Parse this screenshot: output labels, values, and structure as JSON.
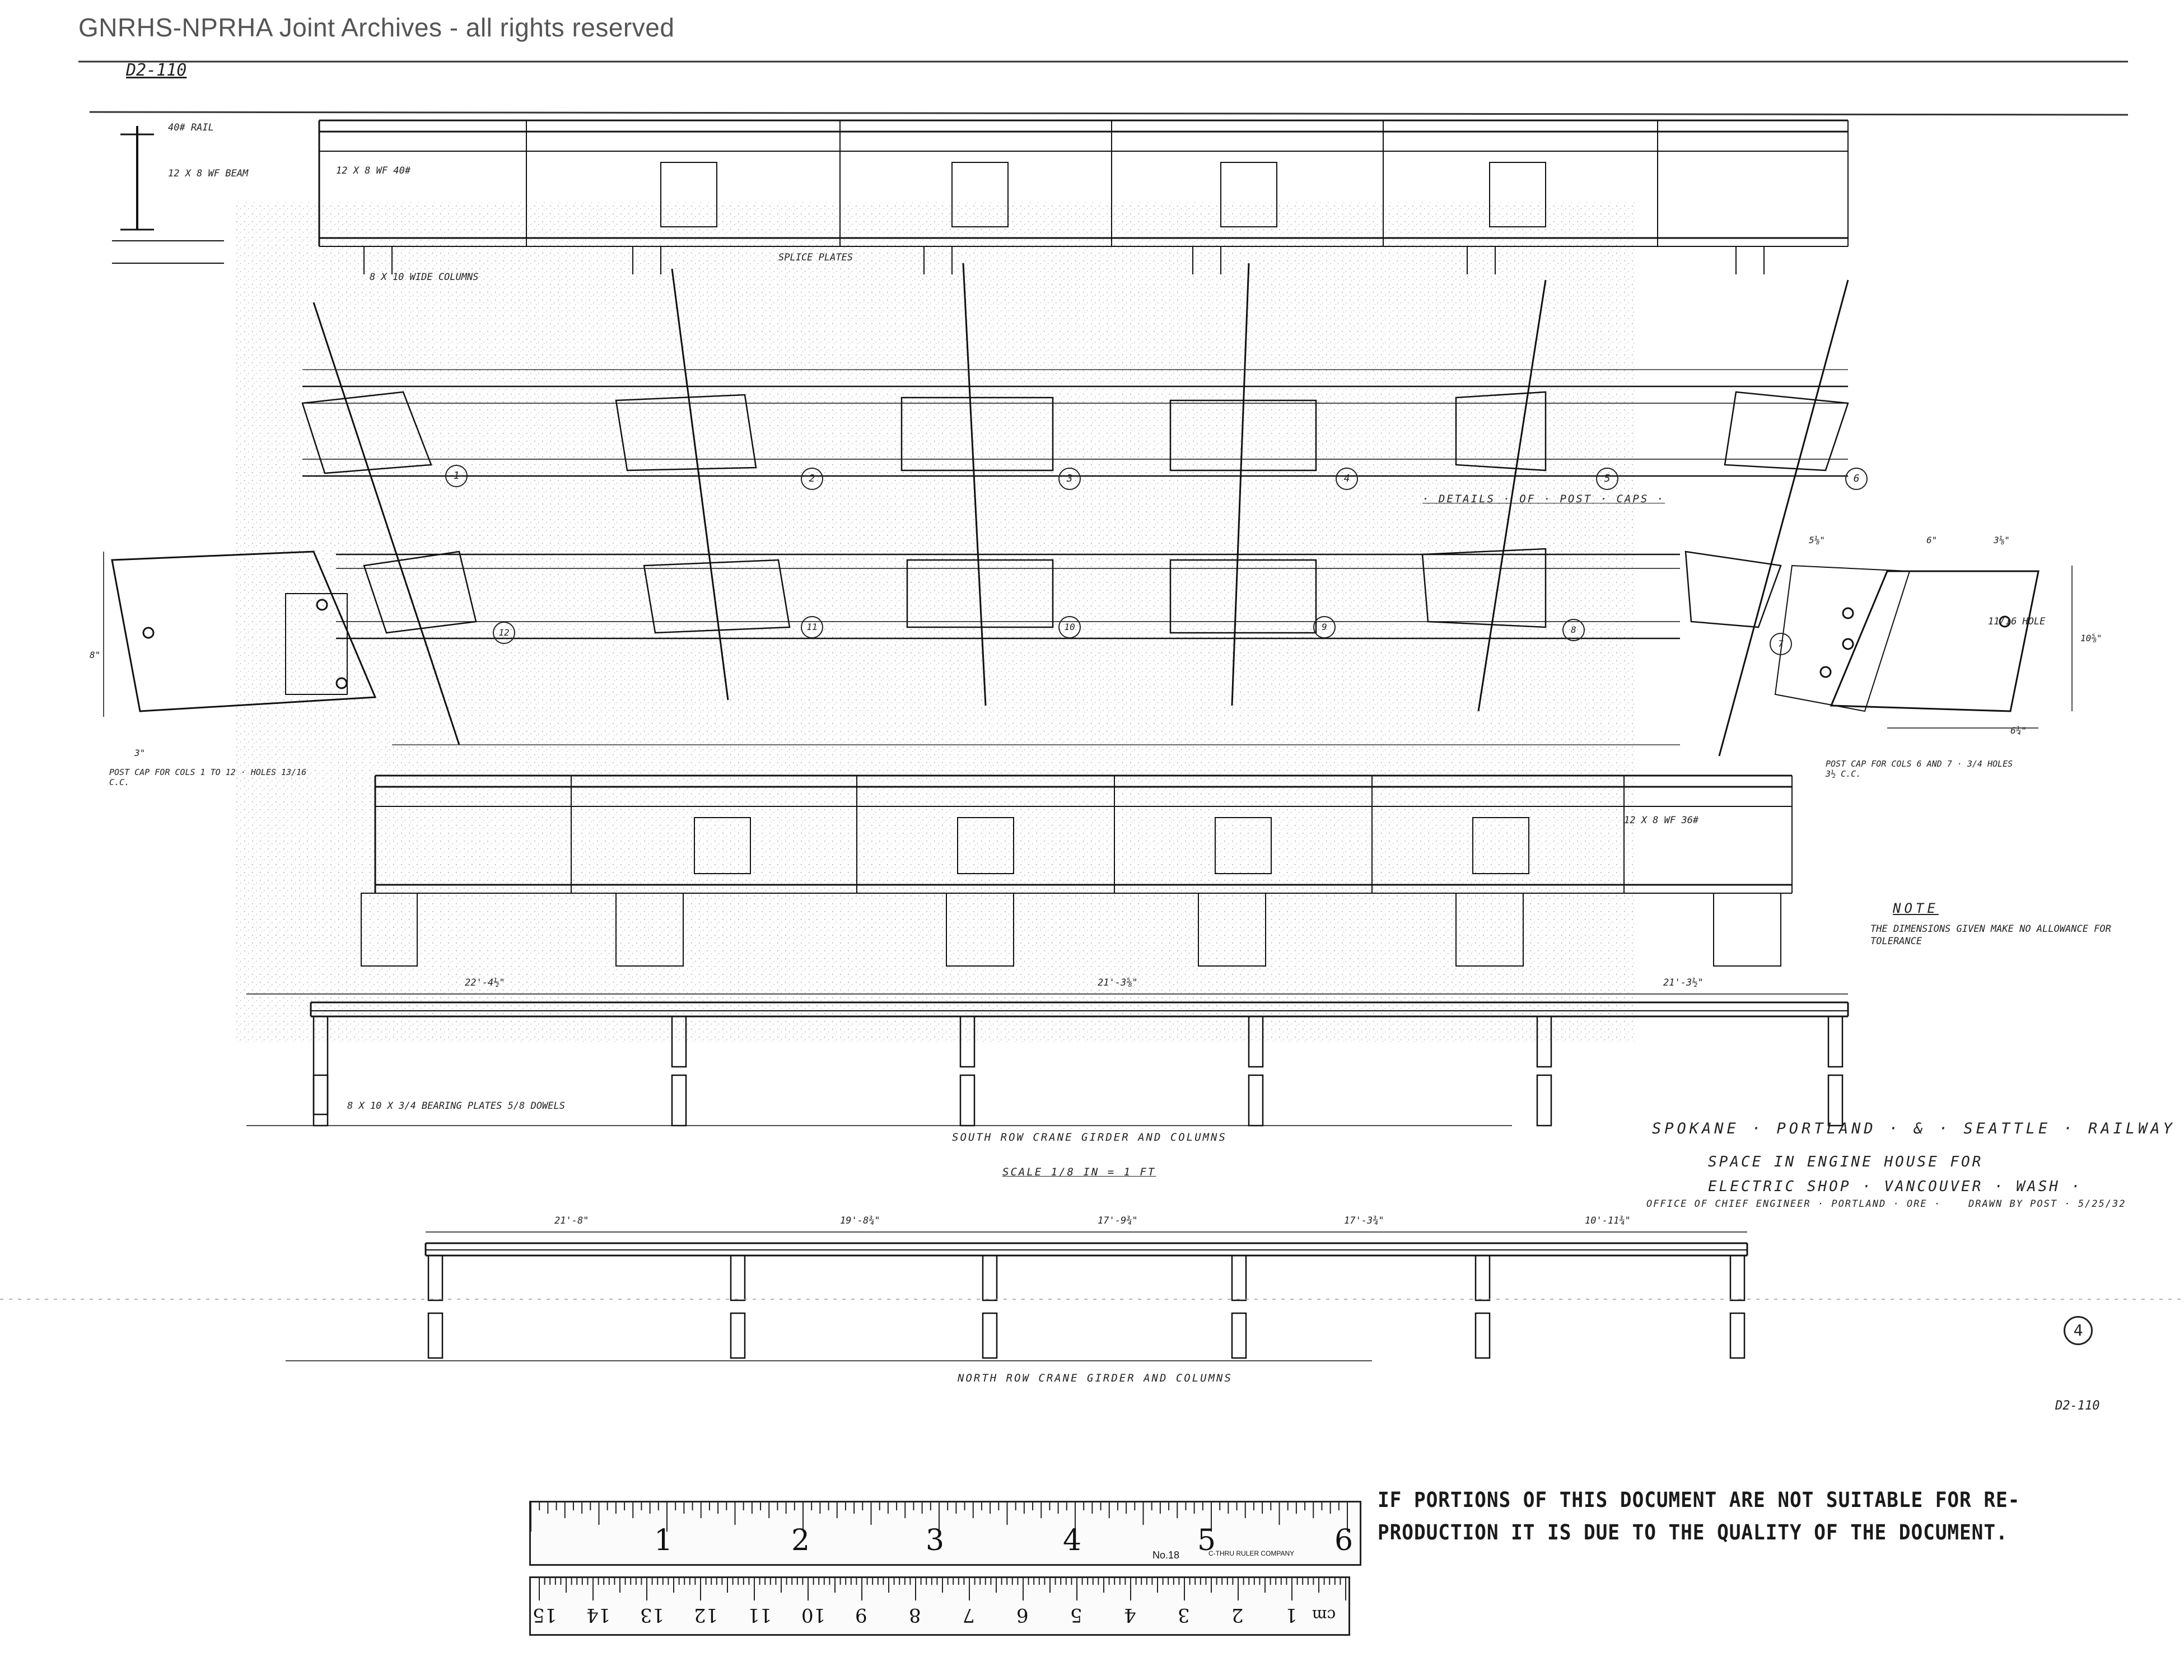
{
  "archive_watermark": "GNRHS-NPRHA Joint Archives - all rights reserved",
  "corner_mark": "D2-110",
  "title_block": {
    "railway": "SPOKANE · PORTLAND · & · SEATTLE · RAILWAY ·",
    "line2": "SPACE IN ENGINE HOUSE FOR",
    "line3": "ELECTRIC SHOP · VANCOUVER · WASH ·",
    "office": "OFFICE OF CHIEF ENGINEER · PORTLAND · ORE ·",
    "drawn_by": "DRAWN BY POST · 5/25/32"
  },
  "section_titles": {
    "post_caps": "· DETAILS · OF · POST · CAPS ·",
    "south_row": "SOUTH ROW CRANE GIRDER AND COLUMNS",
    "scale": "SCALE 1/8 IN = 1 FT",
    "north_row": "NORTH ROW CRANE GIRDER AND COLUMNS"
  },
  "note": {
    "heading": "NOTE",
    "text": "THE DIMENSIONS GIVEN MAKE NO ALLOWANCE FOR TOLERANCE"
  },
  "post_cap_notes": {
    "left": "POST CAP FOR COLS 1 TO 12 · HOLES 13/16 C.C.",
    "right": "POST CAP FOR COLS 6 AND 7 · 3/4 HOLES 3½ C.C."
  },
  "member_labels": {
    "rail": "40# RAIL",
    "beam_top": "12 x 8 WF BEAM",
    "beam_row": "12 x 8 WF 40#",
    "columns_top": "8 x 10 WIDE COLUMNS",
    "splice": "SPLICE PLATES",
    "bearing": "8 x 10 x 3/4 BEARING PLATES 5/8 DOWELS",
    "hole": "11/16 HOLE",
    "beam_mid": "12 x 8 WF 36#"
  },
  "column_numbers": {
    "row_a": [
      "1",
      "2",
      "3",
      "4",
      "5",
      "6"
    ],
    "row_b": [
      "12",
      "11",
      "10",
      "9",
      "8",
      "7"
    ]
  },
  "dimensions": {
    "north_row": [
      "21'-8\"",
      "19'-8¾\"",
      "17'-9¾\"",
      "17'-3¾\"",
      "10'-11¾\""
    ],
    "south_row": [
      "22'-4½\"",
      "21'-3⅝\"",
      "21'-3½\""
    ],
    "post_cap": [
      "5⅛\"",
      "6\"",
      "3⅛\"",
      "10⅝\"",
      "8\"",
      "3\"",
      "6¾\""
    ]
  },
  "sheet_number": "4",
  "drawing_number": "D2-110",
  "ruler_inches": {
    "numbers": [
      "1",
      "2",
      "3",
      "4",
      "5",
      "6"
    ],
    "model": "No.18",
    "brand": "C-THRU RULER COMPANY"
  },
  "ruler_cm": {
    "numbers": [
      "1",
      "2",
      "3",
      "4",
      "5",
      "6",
      "7",
      "8",
      "9",
      "10",
      "11",
      "12",
      "13",
      "14",
      "15"
    ],
    "unit": "cm"
  },
  "disclaimer": {
    "line1": "IF PORTIONS OF THIS DOCUMENT ARE NOT SUITABLE FOR RE-",
    "line2": "PRODUCTION IT IS DUE TO THE QUALITY OF THE DOCUMENT."
  }
}
